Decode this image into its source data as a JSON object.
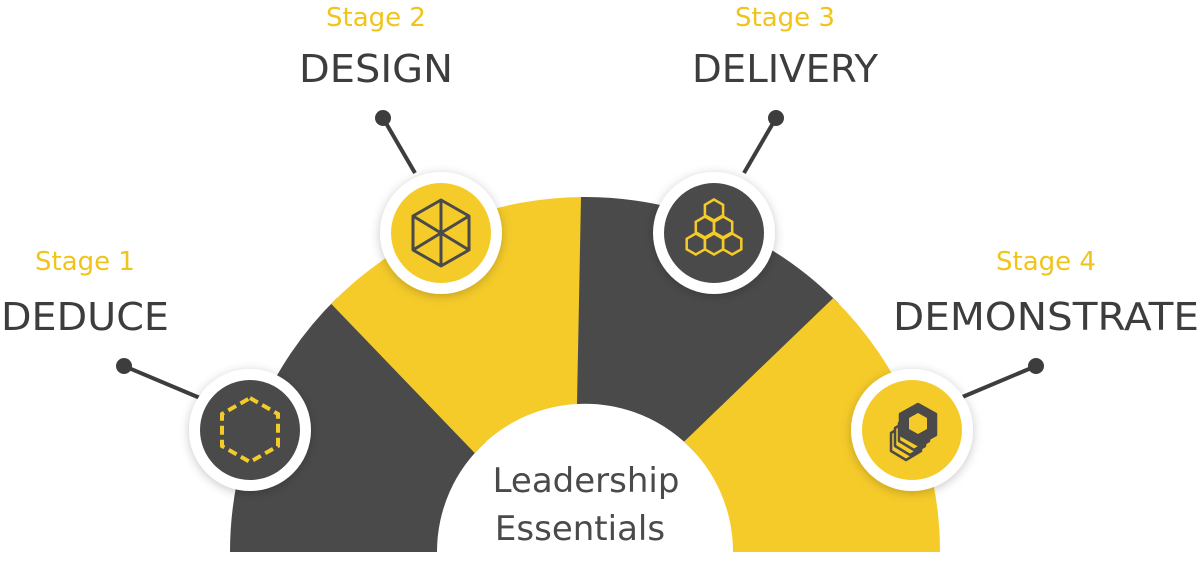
{
  "colors": {
    "yellow": "#F5CB2A",
    "dark": "#4A4A4A",
    "stage_label": "#F0C419",
    "stage_name": "#3D3D3D",
    "center_text": "#4A4A4A",
    "connector": "#3D3D3D"
  },
  "center": {
    "line1": "Leadership",
    "line2": "Essentials"
  },
  "stages": [
    {
      "label": "Stage 1",
      "name": "DEDUCE",
      "icon": "dashed-hexagon-icon"
    },
    {
      "label": "Stage 2",
      "name": "DESIGN",
      "icon": "cube-icon"
    },
    {
      "label": "Stage 3",
      "name": "DELIVERY",
      "icon": "hexagon-pyramid-icon"
    },
    {
      "label": "Stage 4",
      "name": "DEMONSTRATE",
      "icon": "stacked-hexagon-nut-icon"
    }
  ]
}
